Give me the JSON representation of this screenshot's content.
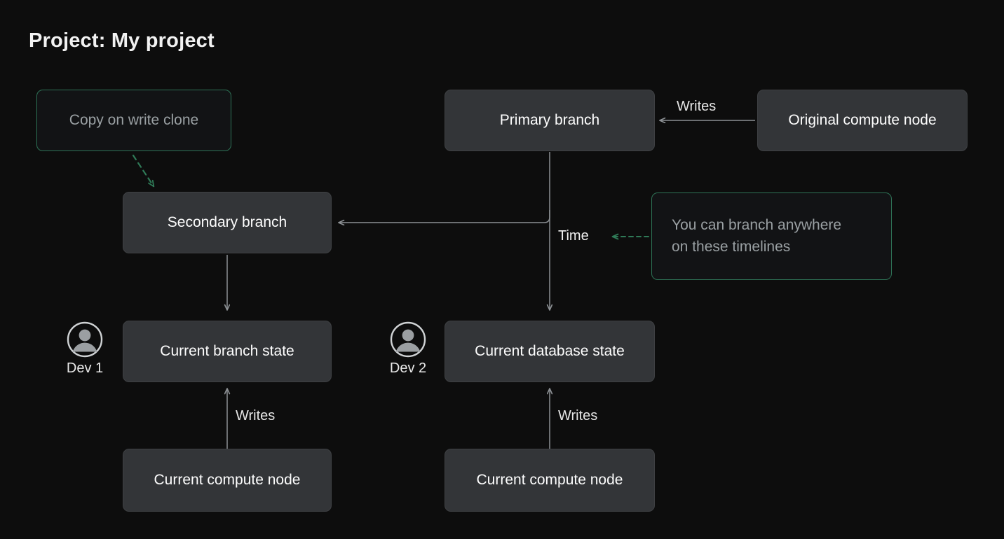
{
  "page": {
    "title": "Project: My project",
    "background_color": "#0d0d0d"
  },
  "theme": {
    "node_fill": "#333538",
    "node_border": "#3e4043",
    "node_text": "#fdfdfd",
    "ghost_fill": "#121315",
    "accent_green": "#2e7256",
    "ghost_text": "#9aa0a3",
    "wire_color": "#8c9094"
  },
  "nodes": {
    "copy_on_write_clone": {
      "label": "Copy on write clone",
      "style": "ghost-green"
    },
    "primary_branch": {
      "label": "Primary branch",
      "style": "solid"
    },
    "original_compute_node": {
      "label": "Original compute node",
      "style": "solid"
    },
    "secondary_branch": {
      "label": "Secondary branch",
      "style": "solid"
    },
    "timeline_callout": {
      "line1": "You can branch anywhere",
      "line2": "on these timelines",
      "style": "ghost-green"
    },
    "current_branch_state": {
      "label": "Current branch state",
      "style": "solid"
    },
    "current_database_state": {
      "label": "Current database state",
      "style": "solid"
    },
    "current_compute_node_left": {
      "label": "Current compute node",
      "style": "solid"
    },
    "current_compute_node_right": {
      "label": "Current compute node",
      "style": "solid"
    }
  },
  "edge_labels": {
    "writes_top": "Writes",
    "time": "Time",
    "writes_left": "Writes",
    "writes_right": "Writes"
  },
  "actors": [
    {
      "name": "Dev 1",
      "icon": "user-avatar-icon"
    },
    {
      "name": "Dev 2",
      "icon": "user-avatar-icon"
    }
  ],
  "diagram_structure": {
    "type": "flow-diagram",
    "edges": [
      {
        "from": "copy_on_write_clone",
        "to": "secondary_branch",
        "style": "dashed-green",
        "label": ""
      },
      {
        "from": "original_compute_node",
        "to": "primary_branch",
        "style": "solid-arrow",
        "label": "Writes"
      },
      {
        "from": "primary_branch",
        "to": "secondary_branch",
        "style": "solid-elbow-arrow",
        "label": ""
      },
      {
        "from": "primary_branch",
        "to": "current_database_state",
        "style": "solid-arrow",
        "label": "Time"
      },
      {
        "from": "secondary_branch",
        "to": "current_branch_state",
        "style": "solid-arrow",
        "label": ""
      },
      {
        "from": "current_compute_node_left",
        "to": "current_branch_state",
        "style": "solid-arrow",
        "label": "Writes"
      },
      {
        "from": "current_compute_node_right",
        "to": "current_database_state",
        "style": "solid-arrow",
        "label": "Writes"
      },
      {
        "from": "timeline_callout",
        "to": "time_axis",
        "style": "dashed-green",
        "label": ""
      }
    ]
  }
}
